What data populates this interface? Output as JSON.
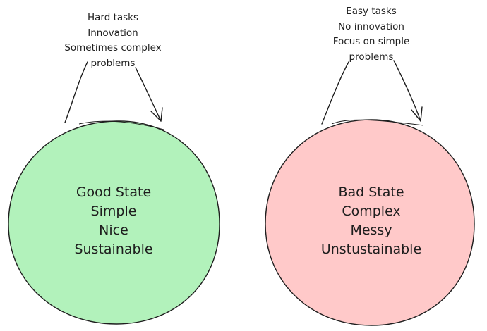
{
  "colors": {
    "good_fill": "#b2f2bb",
    "bad_fill": "#ffc9c9",
    "stroke": "#1e1e1e",
    "background": "#ffffff"
  },
  "good": {
    "annotation": [
      "Hard tasks",
      "Innovation",
      "Sometimes complex",
      "problems"
    ],
    "label": [
      "Good State",
      "Simple",
      "Nice",
      "Sustainable"
    ]
  },
  "bad": {
    "annotation": [
      "Easy tasks",
      "No innovation",
      "Focus on simple",
      "problems"
    ],
    "label": [
      "Bad State",
      "Complex",
      "Messy",
      "Unstustainable"
    ]
  }
}
